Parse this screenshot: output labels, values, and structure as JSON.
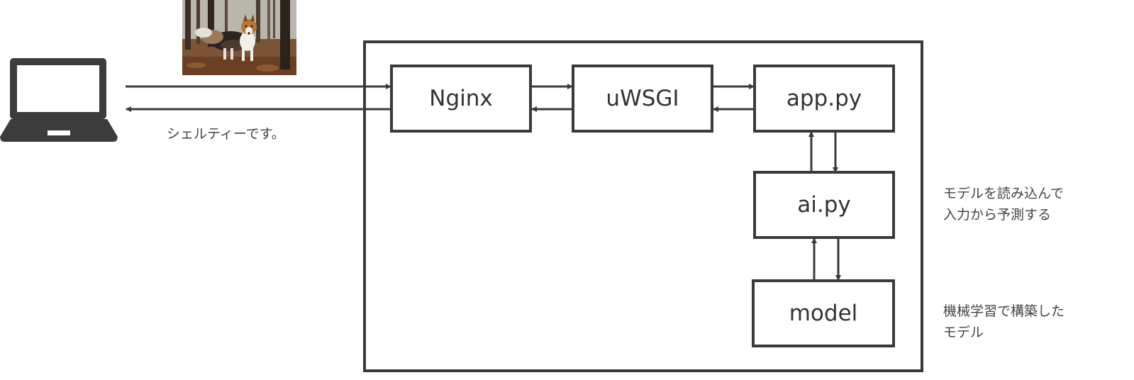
{
  "nodes": {
    "nginx": "Nginx",
    "uwsgi": "uWSGI",
    "app": "app.py",
    "ai": "ai.py",
    "model": "model"
  },
  "captions": {
    "response": "シェルティーです。"
  },
  "notes": {
    "ai_line1": "モデルを読み込んで",
    "ai_line2": "入力から予測する",
    "model_line1": "機械学習で構築した",
    "model_line2": "モデル"
  },
  "icons": {
    "client": "laptop-icon",
    "input": "dog-photo"
  },
  "colors": {
    "line": "#3a3a3a",
    "text": "#333333",
    "background": "#ffffff"
  }
}
